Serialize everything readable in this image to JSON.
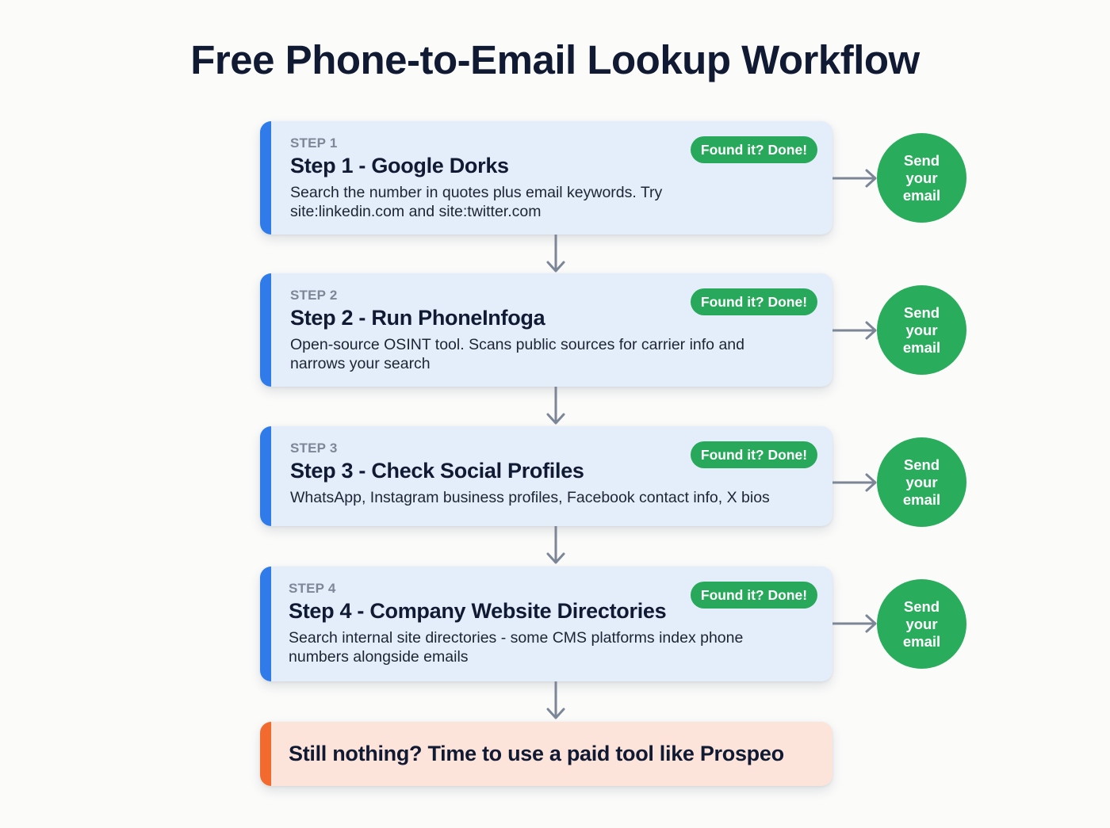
{
  "title": "Free Phone-to-Email Lookup Workflow",
  "colors": {
    "step_accent": "#2f7bea",
    "step_background": "#e4eefb",
    "final_accent": "#f26a2e",
    "final_background": "#fde4da",
    "success_green": "#29ad5c",
    "arrow_gray": "#7b8697",
    "title_text": "#111a33"
  },
  "steps": [
    {
      "label": "STEP 1",
      "heading": "Step 1 - Google Dorks",
      "description": "Search the number in quotes plus email keywords. Try site:linkedin.com and site:twitter.com",
      "badge": "Found it? Done!",
      "outcome": {
        "line1": "Send",
        "line2": "your",
        "line3": "email"
      }
    },
    {
      "label": "STEP 2",
      "heading": "Step 2 - Run PhoneInfoga",
      "description": "Open-source OSINT tool. Scans public sources for carrier info and narrows your search",
      "badge": "Found it? Done!",
      "outcome": {
        "line1": "Send",
        "line2": "your",
        "line3": "email"
      }
    },
    {
      "label": "STEP 3",
      "heading": "Step 3 - Check Social Profiles",
      "description": "WhatsApp, Instagram business profiles, Facebook contact info, X bios",
      "badge": "Found it? Done!",
      "outcome": {
        "line1": "Send",
        "line2": "your",
        "line3": "email"
      }
    },
    {
      "label": "STEP 4",
      "heading": "Step 4 - Company Website Directories",
      "description": "Search internal site directories - some CMS platforms index phone numbers alongside emails",
      "badge": "Found it? Done!",
      "outcome": {
        "line1": "Send",
        "line2": "your",
        "line3": "email"
      }
    }
  ],
  "fallback": {
    "text": "Still nothing? Time to use a paid tool like Prospeo"
  }
}
